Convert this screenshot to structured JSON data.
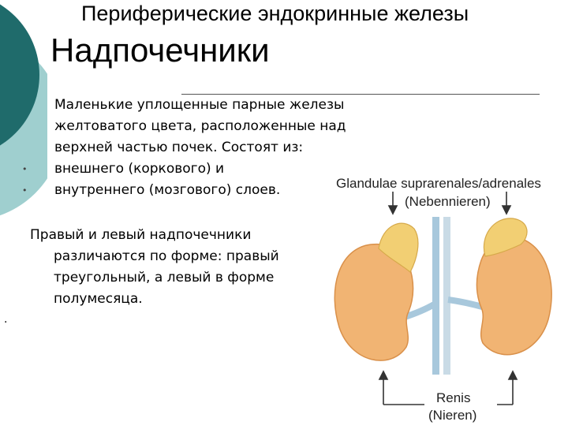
{
  "slide": {
    "subtitle": "Периферические эндокринные железы",
    "title": "Надпочечники",
    "paragraph1": [
      "Маленькие уплощенные парные железы",
      "желтоватого цвета, расположенные над",
      "верхней частью почек. Состоят из:",
      "внешнего (коркового) и",
      "внутреннего (мозгового) слоев."
    ],
    "paragraph2": [
      "Правый и левый надпочечники",
      "различаются по форме: правый",
      "треугольный, а левый в форме",
      "полумесяца."
    ],
    "stray_mark": "."
  },
  "figure": {
    "label_top_latin": "Glandulae suprarenales/adrenales",
    "label_top_german": "(Nebennieren)",
    "label_bottom_latin": "Renis",
    "label_bottom_german": "(Nieren)"
  },
  "colors": {
    "teal": "#1f6b6b",
    "light_teal": "#9fcfcf",
    "kidney": "#f1b473",
    "adrenal": "#f2cf73",
    "vessel": "#a8c8dc"
  }
}
